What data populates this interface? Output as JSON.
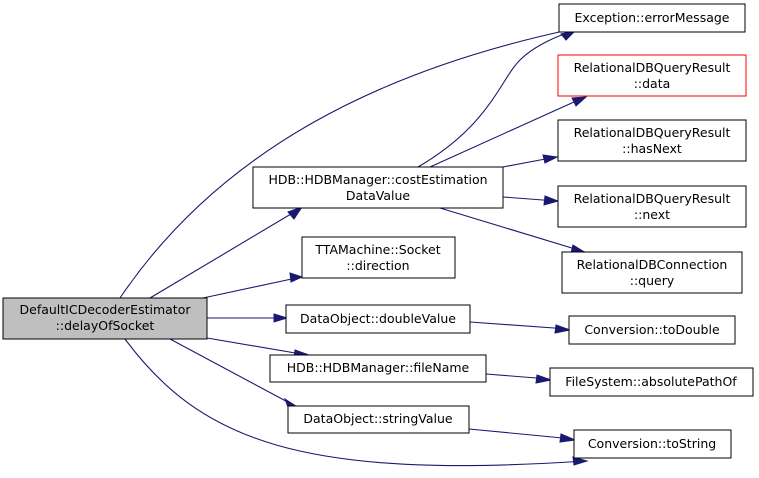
{
  "nodes": {
    "root": [
      "DefaultICDecoderEstimator",
      "::delayOfSocket"
    ],
    "error_message": [
      "Exception::errorMessage"
    ],
    "rdb_data": [
      "RelationalDBQueryResult",
      "::data"
    ],
    "rdb_hasnext": [
      "RelationalDBQueryResult",
      "::hasNext"
    ],
    "rdb_next": [
      "RelationalDBQueryResult",
      "::next"
    ],
    "rdb_query": [
      "RelationalDBConnection",
      "::query"
    ],
    "cost_estimation": [
      "HDB::HDBManager::costEstimation",
      "DataValue"
    ],
    "socket_direction": [
      "TTAMachine::Socket",
      "::direction"
    ],
    "double_value": [
      "DataObject::doubleValue"
    ],
    "to_double": [
      "Conversion::toDouble"
    ],
    "file_name": [
      "HDB::HDBManager::fileName"
    ],
    "absolute_path": [
      "FileSystem::absolutePathOf"
    ],
    "string_value": [
      "DataObject::stringValue"
    ],
    "to_string": [
      "Conversion::toString"
    ]
  },
  "colors": {
    "edge": "#191970",
    "root_fill": "#bfbfbf",
    "highlight_border": "#ff0000"
  }
}
